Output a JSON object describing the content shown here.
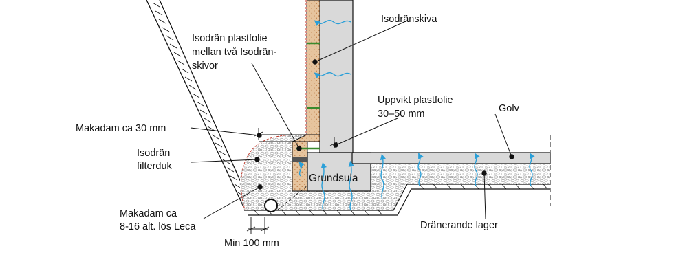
{
  "diagram": {
    "labels": {
      "isodranskiva": "Isodränskiva",
      "plastfolie_line1": "Isodrän plastfolie",
      "plastfolie_line2": "mellan två Isodrän-",
      "plastfolie_line3": "skivor",
      "uppvikt_line1": "Uppvikt plastfolie",
      "uppvikt_line2": "30–50 mm",
      "golv": "Golv",
      "makadam30": "Makadam ca 30 mm",
      "filterduk_line1": "Isodrän",
      "filterduk_line2": "filterduk",
      "grundsula": "Grundsula",
      "makadam_leca_line1": "Makadam ca",
      "makadam_leca_line2": "8-16 alt. lös Leca",
      "min100": "Min 100 mm",
      "dranerande": "Dränerande lager"
    },
    "colors": {
      "insulation": "#e6c49e",
      "insulation_dots": "#b8743a",
      "concrete": "#d9d9d9",
      "membrane": "#c0392b",
      "water_arrow": "#2a9fd8",
      "fastener": "#3a8a2e",
      "line": "#111111"
    }
  }
}
